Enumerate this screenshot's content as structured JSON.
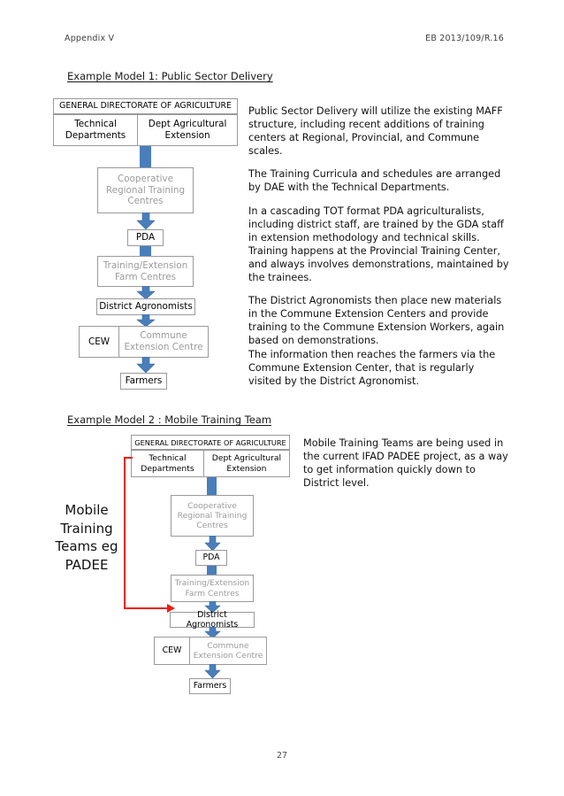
{
  "header": {
    "left": "Appendix V",
    "right": "EB 2013/109/R.16"
  },
  "page_number": "27",
  "model1": {
    "heading": "Example Model 1: Public Sector Delivery",
    "diagram": {
      "gda": "GENERAL DIRECTORATE OF AGRICULTURE",
      "technical_departments": "Technical Departments",
      "dept_agricultural_extension": "Dept  Agricultural Extension",
      "cooperative_regional_training_centres": "Cooperative Regional Training Centres",
      "pda": "PDA",
      "training_extension_farm_centres": "Training/Extension Farm Centres",
      "district_agronomists": "District Agronomists",
      "cew": "CEW",
      "commune_extension_centre": "Commune Extension Centre",
      "farmers": "Farmers"
    },
    "paragraphs": [
      "Public Sector Delivery will utilize the existing MAFF structure, including recent additions of training centers at Regional, Provincial, and Commune scales.",
      "The Training Curricula and schedules are arranged by DAE with the Technical Departments.",
      "In a cascading TOT format PDA agriculturalists, including district staff, are trained by the GDA staff in extension methodology and technical skills. Training happens at the Provincial Training Center, and always involves demonstrations, maintained by the trainees.",
      "The District Agronomists then place new materials in the Commune Extension Centers and provide training to the Commune Extension Workers, again based on demonstrations.",
      "The information then reaches the farmers via the Commune Extension Center, that is regularly visited by the District Agronomist."
    ]
  },
  "model2": {
    "heading": "Example Model 2 : Mobile Training Team",
    "side_caption": "Mobile Training Teams eg PADEE",
    "diagram": {
      "gda": "GENERAL DIRECTORATE OF AGRICULTURE",
      "technical_departments": "Technical Departments",
      "dept_agricultural_extension": "Dept  Agricultural Extension",
      "cooperative_regional_training_centres": "Cooperative Regional Training Centres",
      "pda": "PDA",
      "training_extension_farm_centres": "Training/Extension Farm Centres",
      "district_agronomists": "District Agronomists",
      "cew": "CEW",
      "commune_extension_centre": "Commune Extension Centre",
      "farmers": "Farmers"
    },
    "paragraphs": [
      "Mobile Training Teams are being used in the current IFAD PADEE project, as a way to get information quickly down to District level."
    ]
  },
  "colors": {
    "arrow_blue": "#4a7ebb",
    "mobile_team_red": "#ee1c15",
    "box_border": "#9a9a9a",
    "muted_text": "#9b9b9b"
  }
}
